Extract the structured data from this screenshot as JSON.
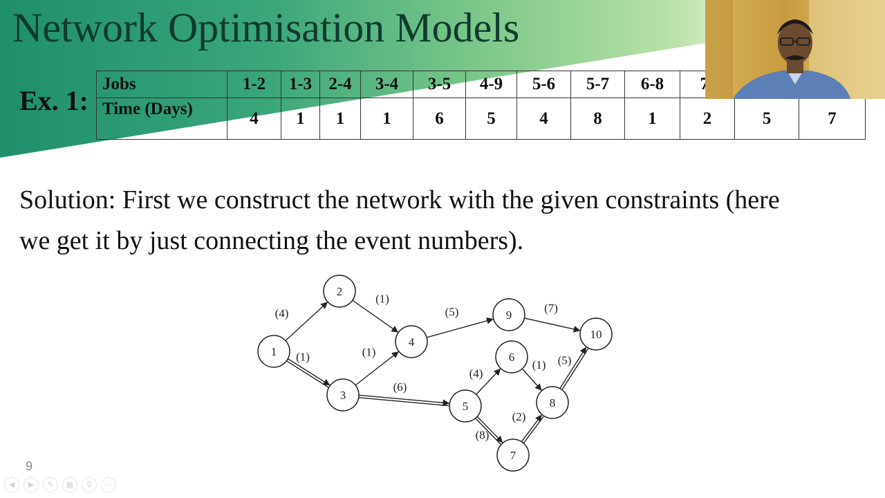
{
  "slide": {
    "title": "Network Optimisation Models",
    "example_label": "Ex. 1:",
    "page_number": "9"
  },
  "table": {
    "row1_header": "Jobs",
    "row2_header": "Time (Days)",
    "jobs": [
      "1-2",
      "1-3",
      "2-4",
      "3-4",
      "3-5",
      "4-9",
      "5-6",
      "5-7",
      "6-8",
      "7-",
      "",
      ""
    ],
    "times": [
      "4",
      "1",
      "1",
      "1",
      "6",
      "5",
      "4",
      "8",
      "1",
      "2",
      "5",
      "7"
    ]
  },
  "solution": {
    "line1": "Solution: First we construct the network with the given constraints (here",
    "line2": "we get it by just connecting the event numbers)."
  },
  "network": {
    "nodes": [
      {
        "id": "n1",
        "label": "1"
      },
      {
        "id": "n2",
        "label": "2"
      },
      {
        "id": "n3",
        "label": "3"
      },
      {
        "id": "n4",
        "label": "4"
      },
      {
        "id": "n5",
        "label": "5"
      },
      {
        "id": "n6",
        "label": "6"
      },
      {
        "id": "n7",
        "label": "7"
      },
      {
        "id": "n8",
        "label": "8"
      },
      {
        "id": "n9",
        "label": "9"
      },
      {
        "id": "n10",
        "label": "10"
      }
    ],
    "edges": [
      {
        "from": "1",
        "to": "2",
        "label": "(4)",
        "critical": false
      },
      {
        "from": "1",
        "to": "3",
        "label": "(1)",
        "critical": true
      },
      {
        "from": "2",
        "to": "4",
        "label": "(1)",
        "critical": false
      },
      {
        "from": "3",
        "to": "4",
        "label": "(1)",
        "critical": false
      },
      {
        "from": "3",
        "to": "5",
        "label": "(6)",
        "critical": true
      },
      {
        "from": "4",
        "to": "9",
        "label": "(5)",
        "critical": false
      },
      {
        "from": "5",
        "to": "6",
        "label": "(4)",
        "critical": false
      },
      {
        "from": "5",
        "to": "7",
        "label": "(8)",
        "critical": true
      },
      {
        "from": "6",
        "to": "8",
        "label": "(1)",
        "critical": false
      },
      {
        "from": "7",
        "to": "8",
        "label": "(2)",
        "critical": true
      },
      {
        "from": "8",
        "to": "10",
        "label": "(5)",
        "critical": true
      },
      {
        "from": "9",
        "to": "10",
        "label": "(7)",
        "critical": false
      }
    ]
  },
  "nav_icons": [
    "prev-icon",
    "next-icon",
    "pen-icon",
    "slides-icon",
    "zoom-icon",
    "more-icon"
  ]
}
